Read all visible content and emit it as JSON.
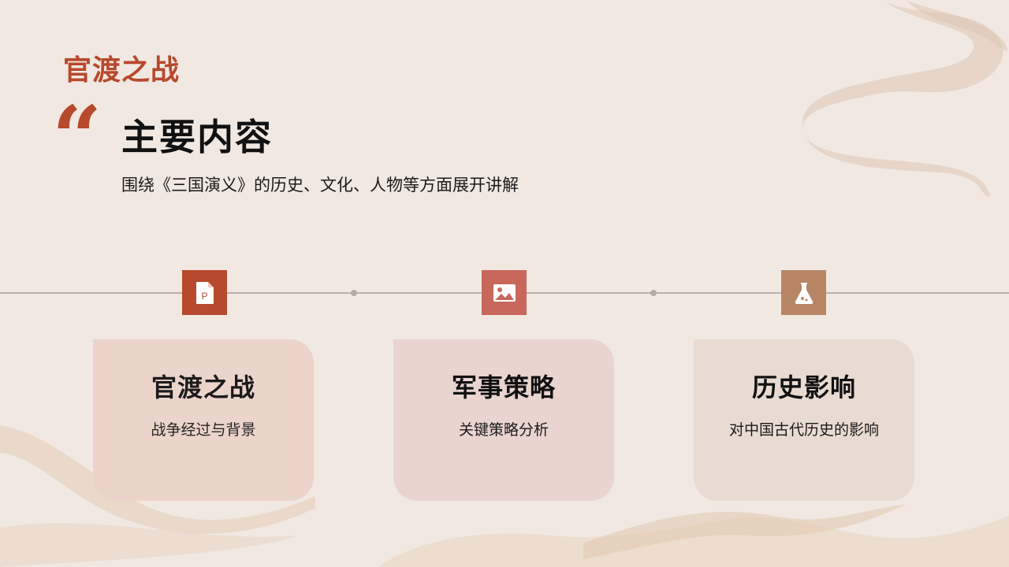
{
  "header": {
    "top_title": "官渡之战",
    "quote_mark": "“",
    "section_title": "主要内容",
    "subtitle": "围绕《三国演义》的历史、文化、人物等方面展开讲解"
  },
  "cards": [
    {
      "icon": "powerpoint-file-icon",
      "title": "官渡之战",
      "desc": "战争经过与背景",
      "accent": "#b7492c"
    },
    {
      "icon": "image-icon",
      "title": "军事策略",
      "desc": "关键策略分析",
      "accent": "#c8675b"
    },
    {
      "icon": "flask-icon",
      "title": "历史影响",
      "desc": "对中国古代历史的影响",
      "accent": "#b68665"
    }
  ],
  "colors": {
    "background": "#f1e8e2",
    "accent": "#b7492c",
    "card1_bg": "#ebd3c9",
    "card2_bg": "#e9d4cf",
    "card3_bg": "#e9dbd1"
  }
}
